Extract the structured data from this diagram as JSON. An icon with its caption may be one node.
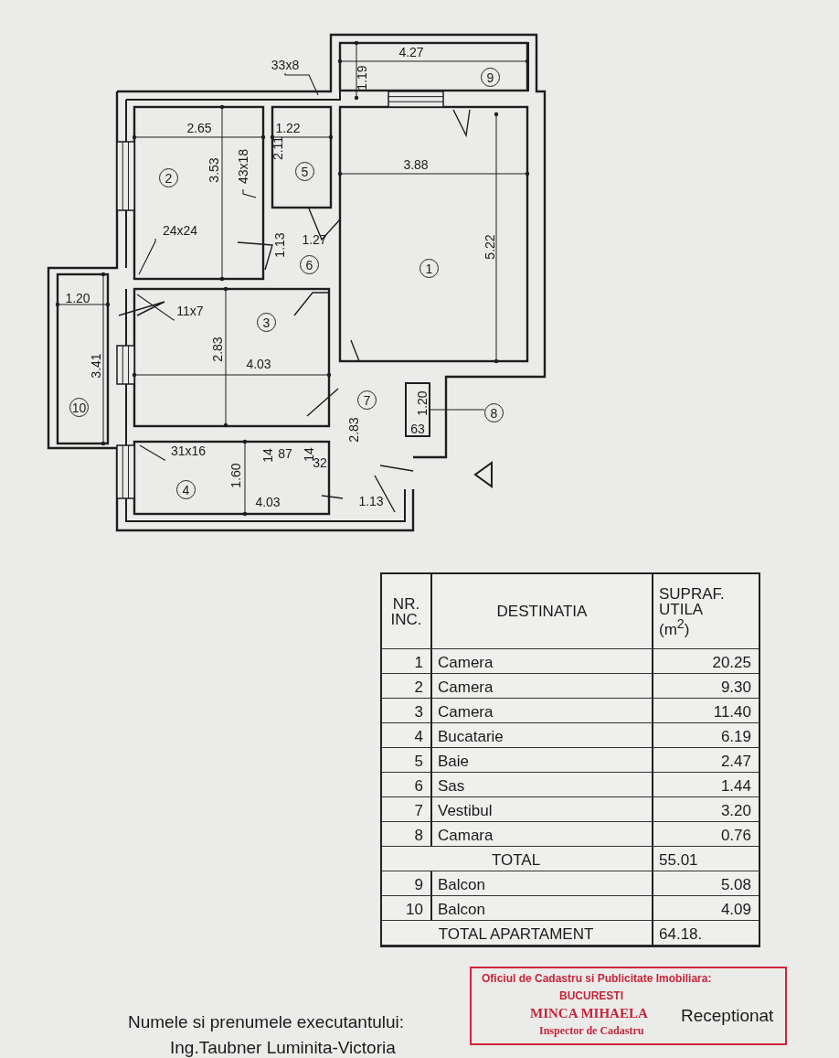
{
  "diagram": {
    "nodes": [
      {
        "text": [
          "33x8"
        ]
      },
      {
        "text": [
          "43x18"
        ]
      },
      {
        "text": [
          "24x24"
        ]
      },
      {
        "text": [
          "11x7"
        ]
      },
      {
        "text": [
          "31x16"
        ]
      },
      {
        "text": [
          "9"
        ]
      },
      {
        "text": [
          "5"
        ]
      },
      {
        "text": [
          "2"
        ]
      },
      {
        "text": [
          "6"
        ]
      },
      {
        "text": [
          "1"
        ]
      },
      {
        "text": [
          "3"
        ]
      },
      {
        "text": [
          "7"
        ]
      },
      {
        "text": [
          "10"
        ]
      },
      {
        "text": [
          "8"
        ]
      },
      {
        "text": [
          "4"
        ]
      },
      {
        "text": [],
        "shape": "box"
      }
    ],
    "edges": [
      {
        "from": 0,
        "to": null,
        "arrow": "none"
      },
      {
        "from": 1,
        "to": null,
        "arrow": "none"
      },
      {
        "from": 2,
        "to": null,
        "arrow": "none"
      },
      {
        "from": 3,
        "to": null,
        "arrow": "none"
      },
      {
        "from": 4,
        "to": null,
        "arrow": "none"
      },
      {
        "from": 13,
        "to": 15,
        "arrow": "none"
      }
    ],
    "labels": [
      "4.27",
      "1.19",
      "2.65",
      "1.22",
      "2.11",
      "3.53",
      "3.88",
      "5.22",
      "1.27",
      "1.13",
      "1.20",
      "2.83",
      "3.41",
      "4.03",
      "1.20",
      "63",
      "2.83",
      "14",
      "87",
      "14",
      "32",
      "1.60",
      "4.03",
      "1.13",
      "NR. INC.",
      "DESTINATIA",
      "SUPRAF. UTILA (m$^{2}$)",
      "1",
      "Camera",
      "20.25",
      "2",
      "Camera",
      "9.30",
      "3",
      "Camera",
      "11.40",
      "4",
      "Bucatarie",
      "6.19",
      "5",
      "Baie",
      "2.47",
      "6",
      "Sas",
      "1.44",
      "7",
      "Vestibul",
      "3.20",
      "8",
      "Camara",
      "0.76",
      "TOTAL",
      "55.01",
      "9",
      "Balcon",
      "5.08",
      "10",
      "Balcon",
      "4.09",
      "TOTAL APARTAMENT",
      "64.18.",
      "Oficiul de Cadastru si Publicitate Imobiliara:",
      "BUCURESTI",
      "MINCA MIHAELA",
      "Inspector de Cadastru",
      "Numele si prenumele executantului:",
      "Receptionat",
      "Ing.Taubner Luminita-Victoria"
    ]
  }
}
